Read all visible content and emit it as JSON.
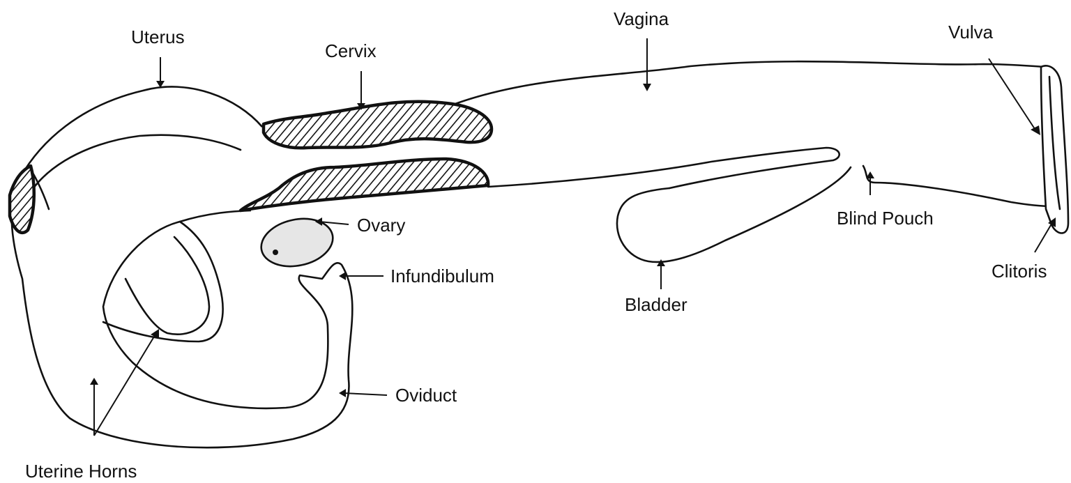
{
  "diagram": {
    "labels": {
      "uterus": "Uterus",
      "cervix": "Cervix",
      "vagina": "Vagina",
      "vulva": "Vulva",
      "ovary": "Ovary",
      "infundibulum": "Infundibulum",
      "oviduct": "Oviduct",
      "bladder": "Bladder",
      "blind_pouch": "Blind Pouch",
      "clitoris": "Clitoris",
      "uterine_horns": "Uterine Horns"
    },
    "colors": {
      "stroke": "#111111",
      "background": "#ffffff",
      "ovary_fill": "#e6e6e6"
    }
  }
}
